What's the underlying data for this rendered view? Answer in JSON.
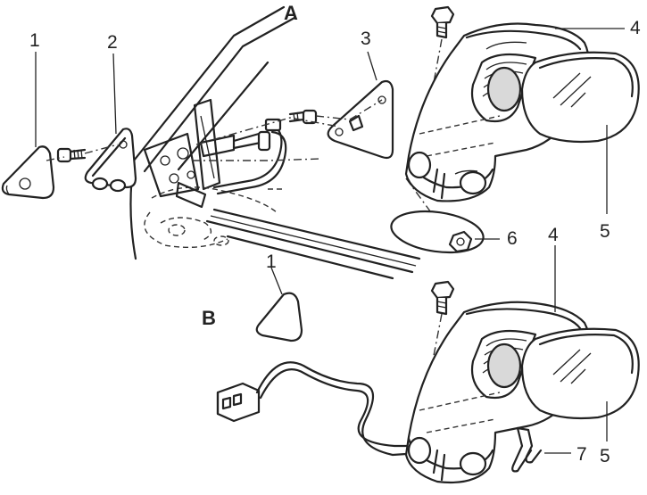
{
  "sections": {
    "A": "A",
    "B": "B"
  },
  "callouts": {
    "triangle_cover_a": "1",
    "mounting_bracket": "2",
    "inner_cover": "3",
    "mirror_housing_a": "4",
    "mirror_glass_a": "5",
    "gasket_nut": "6",
    "triangle_cover_b": "1",
    "mirror_housing_b": "4",
    "mirror_glass_b": "5",
    "clip": "7"
  }
}
